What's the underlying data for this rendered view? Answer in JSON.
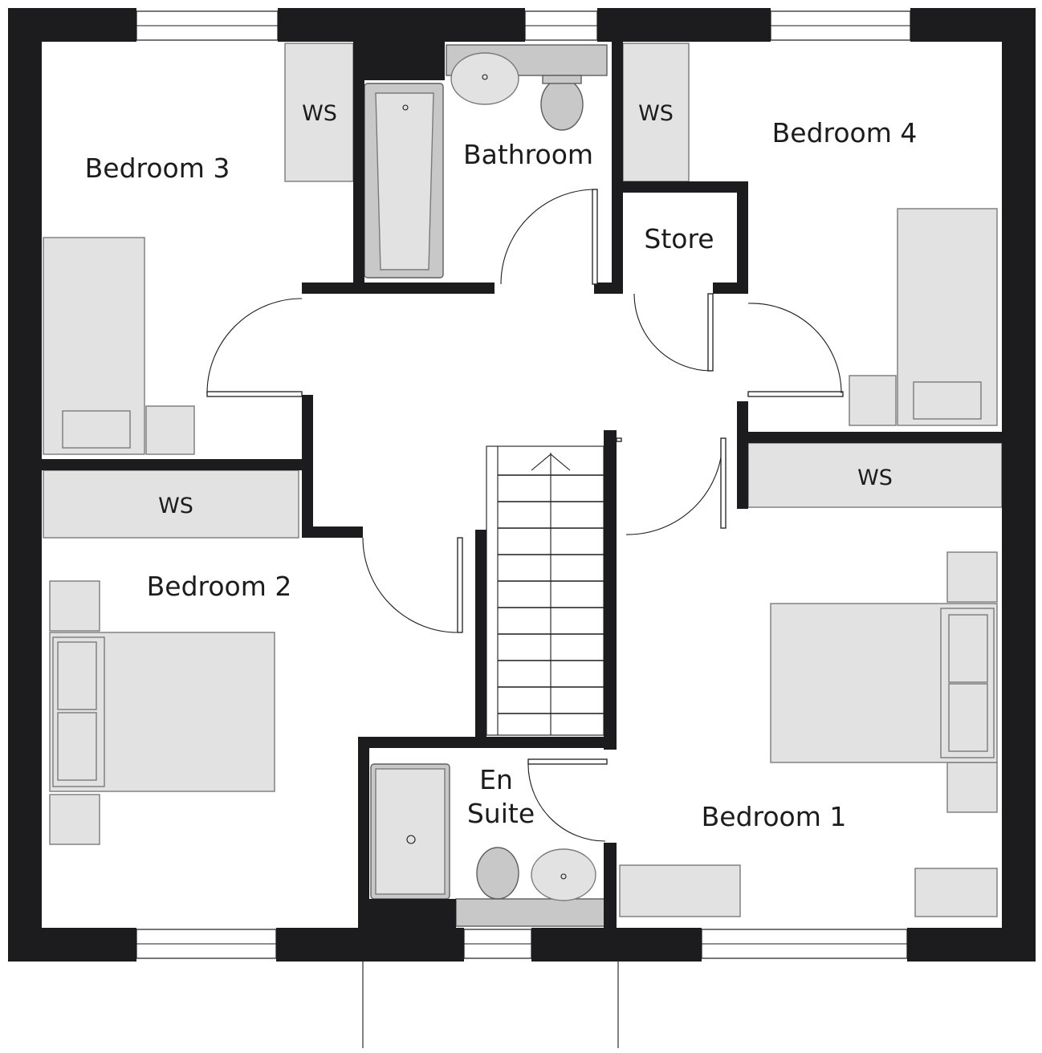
{
  "rooms": {
    "bedroom_1": "Bedroom 1",
    "bedroom_2": "Bedroom 2",
    "bedroom_3": "Bedroom 3",
    "bedroom_4": "Bedroom 4",
    "bathroom": "Bathroom",
    "store": "Store",
    "en_suite_line1": "En",
    "en_suite_line2": "Suite"
  },
  "wardrobes": {
    "bedroom_3": "WS",
    "bedroom_4": "WS",
    "bedroom_2": "WS",
    "bedroom_1": "WS"
  },
  "colors": {
    "wall": "#1c1c1e",
    "furniture_fill": "#e2e2e2",
    "sanitary_fill": "#c8c8c8",
    "background": "#ffffff"
  }
}
